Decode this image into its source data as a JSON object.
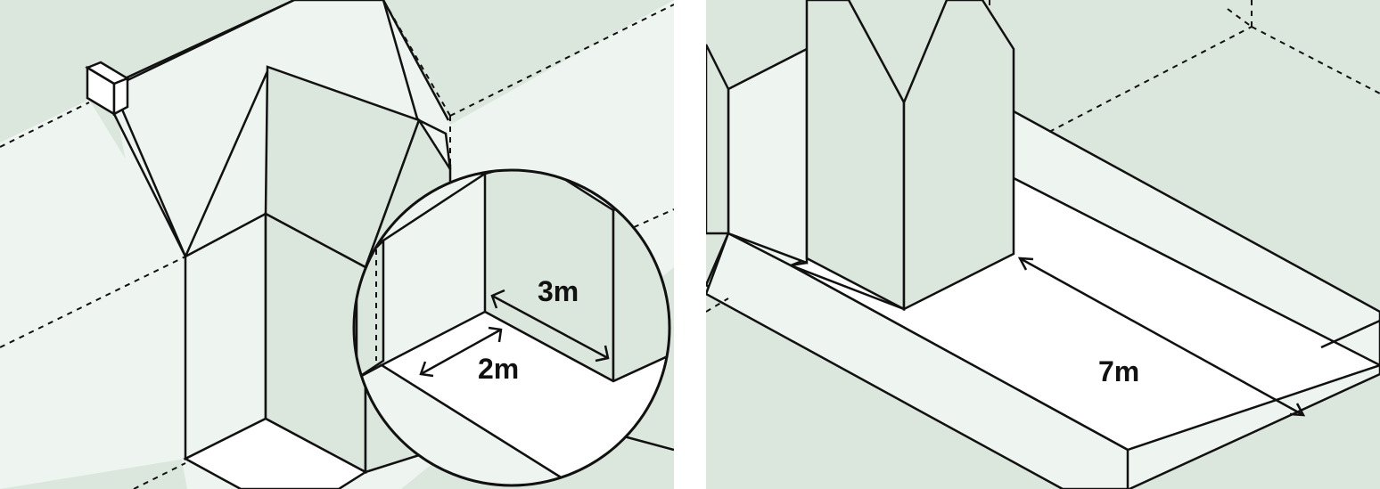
{
  "colors": {
    "ground": "#dbe6dd",
    "surface_light": "#eef5f0",
    "wall": "#dbe6dd",
    "paving": "#ffffff",
    "line": "#111111",
    "gap": "#ffffff"
  },
  "left_panel": {
    "magnifier": {
      "depth_label": "2m",
      "height_label": "3m"
    }
  },
  "right_panel": {
    "length_label": "7m"
  }
}
